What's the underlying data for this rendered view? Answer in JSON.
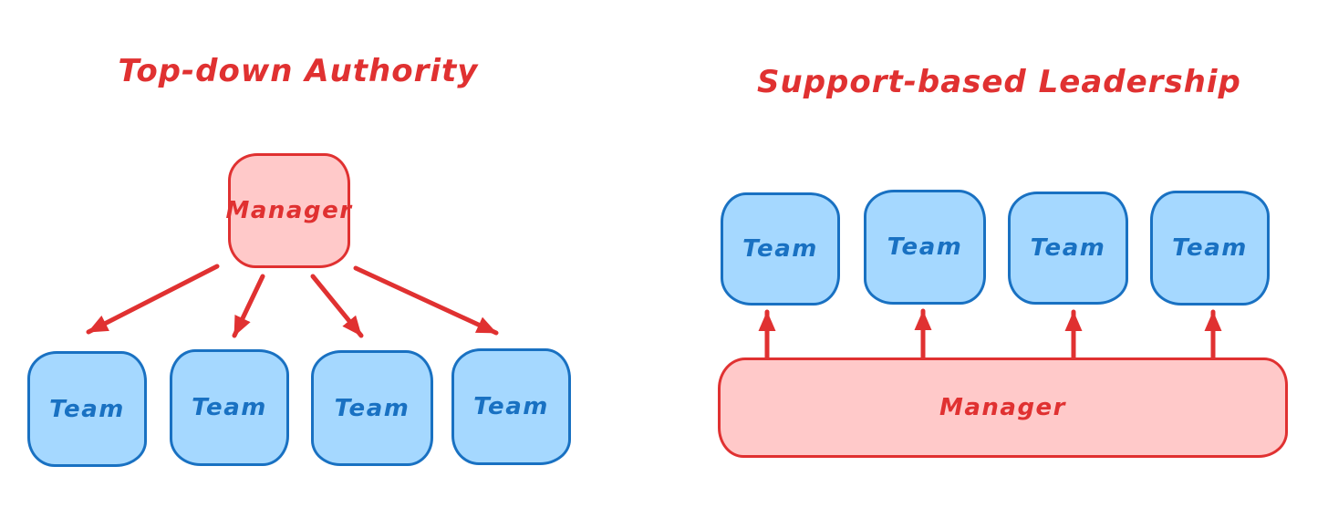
{
  "palette": {
    "red_stroke": "#e03131",
    "red_fill": "#ffc9c9",
    "blue_stroke": "#1971c2",
    "blue_fill": "#a5d8ff",
    "background": "#ffffff"
  },
  "left_diagram": {
    "title": "Top-down Authority",
    "manager_label": "Manager",
    "teams": [
      "Team",
      "Team",
      "Team",
      "Team"
    ]
  },
  "right_diagram": {
    "title": "Support-based Leadership",
    "manager_label": "Manager",
    "teams": [
      "Team",
      "Team",
      "Team",
      "Team"
    ]
  }
}
